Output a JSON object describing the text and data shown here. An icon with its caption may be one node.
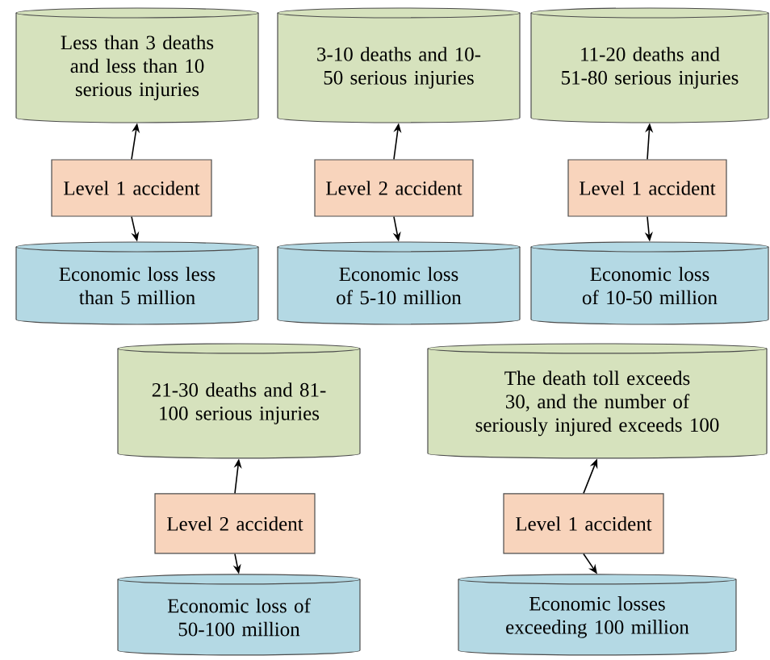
{
  "diagram": {
    "nodes": [
      {
        "text": [
          "Less than 3 deaths and less than 10 serious injuries"
        ]
      },
      {
        "text": [
          "3-10 deaths and 10-50 serious injuries"
        ]
      },
      {
        "text": [
          "11-20 deaths and 51-80 serious injuries"
        ]
      },
      {
        "text": [
          "Level 1 accident"
        ]
      },
      {
        "text": [
          "Level 2 accident"
        ]
      },
      {
        "text": [
          "Level 1 accident"
        ]
      },
      {
        "text": [
          "Economic loss less than 5 million"
        ]
      },
      {
        "text": [
          "Economic loss of 5-10 million"
        ]
      },
      {
        "text": [
          "Economic loss of 10-50 million"
        ]
      },
      {
        "text": [
          "21-30 deaths and 81-100 serious injuries"
        ]
      },
      {
        "text": [
          "The death toll exceeds 30, and the number of seriously injured exceeds 100"
        ]
      },
      {
        "text": [
          "Level 2 accident"
        ]
      },
      {
        "text": [
          "Level 1 accident"
        ]
      },
      {
        "text": [
          "Economic loss of 50-100 million"
        ]
      },
      {
        "text": [
          "Economic losses exceeding 100 million"
        ]
      }
    ],
    "edges": [
      {
        "from": 3,
        "to": 0,
        "arrow": "to"
      },
      {
        "from": 3,
        "to": 6,
        "arrow": "to"
      },
      {
        "from": 4,
        "to": 1,
        "arrow": "to"
      },
      {
        "from": 4,
        "to": 7,
        "arrow": "to"
      },
      {
        "from": 5,
        "to": 2,
        "arrow": "to"
      },
      {
        "from": 5,
        "to": 8,
        "arrow": "to"
      },
      {
        "from": 11,
        "to": 9,
        "arrow": "to"
      },
      {
        "from": 11,
        "to": 13,
        "arrow": "to"
      },
      {
        "from": 12,
        "to": 10,
        "arrow": "to"
      },
      {
        "from": 12,
        "to": 14,
        "arrow": "to"
      }
    ]
  }
}
